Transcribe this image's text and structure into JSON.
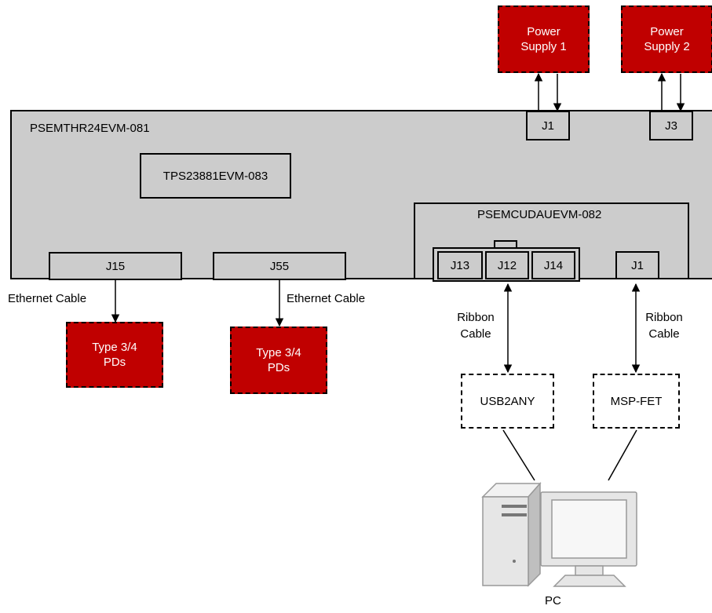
{
  "main_board": {
    "label": "PSEMTHR24EVM-081"
  },
  "sub_board": {
    "label": "TPS23881EVM-083"
  },
  "daughter_board": {
    "label": "PSEMCUDAUEVM-082"
  },
  "power_supplies": [
    {
      "line1": "Power",
      "line2": "Supply 1",
      "connector": "J1"
    },
    {
      "line1": "Power",
      "line2": "Supply 2",
      "connector": "J3"
    }
  ],
  "ports": [
    {
      "connector": "J15",
      "cable": "Ethernet Cable",
      "pd_line1": "Type 3/4",
      "pd_line2": "PDs"
    },
    {
      "connector": "J55",
      "cable": "Ethernet Cable",
      "pd_line1": "Type 3/4",
      "pd_line2": "PDs"
    }
  ],
  "daughter_connectors": [
    "J13",
    "J12",
    "J14",
    "J1"
  ],
  "ribbon_cables": [
    {
      "line1": "Ribbon",
      "line2": "Cable"
    },
    {
      "line1": "Ribbon",
      "line2": "Cable"
    }
  ],
  "adapters": [
    "USB2ANY",
    "MSP-FET"
  ],
  "pc": {
    "label": "PC"
  },
  "colors": {
    "board_fill": "#cccccc",
    "supply_fill": "#c00000",
    "stroke": "#000000",
    "pc_fill": "#e6e6e6"
  }
}
